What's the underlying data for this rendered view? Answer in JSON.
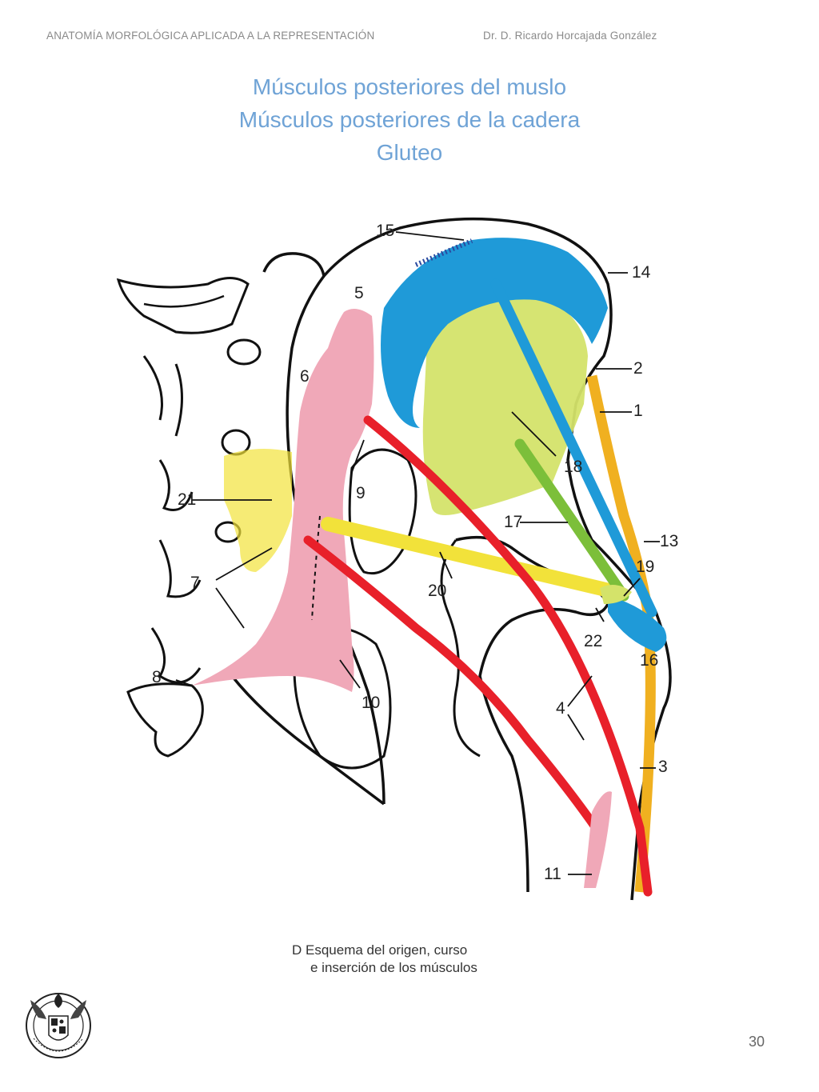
{
  "header": {
    "course": "ANATOMÍA MORFOLÓGICA APLICADA A LA REPRESENTACIÓN",
    "author": "Dr. D. Ricardo Horcajada González"
  },
  "title": {
    "line1": "Músculos posteriores del muslo",
    "line2": "Músculos posteriores de la cadera",
    "line3": "Gluteo"
  },
  "figure": {
    "labels": [
      "15",
      "14",
      "5",
      "6",
      "2",
      "1",
      "9",
      "18",
      "21",
      "17",
      "13",
      "19",
      "20",
      "7",
      "22",
      "16",
      "8",
      "10",
      "4",
      "3",
      "11"
    ],
    "colors": {
      "blue": "#1f9ad8",
      "yellow_green": "#d4e36a",
      "pink": "#f0a8b8",
      "red": "#e8202a",
      "yellow": "#f2e23a",
      "orange": "#f0b020",
      "green": "#7cbf3a"
    }
  },
  "caption": {
    "line1": "D  Esquema del origen, curso",
    "line2": "e inserción de los músculos"
  },
  "seal": {
    "icon": "university-seal-icon"
  },
  "page_number": "30"
}
